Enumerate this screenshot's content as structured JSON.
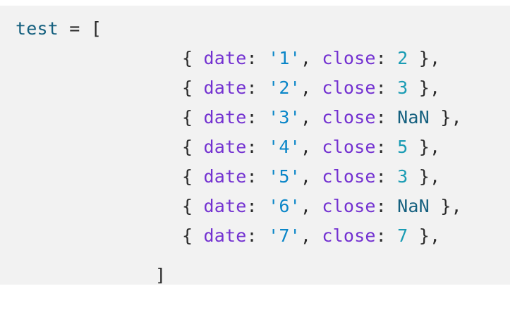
{
  "panel": {
    "background_color": "#f2f2f2",
    "page_background_color": "#ffffff"
  },
  "colors": {
    "identifier": "#15607f",
    "punctuation": "#2b2b2b",
    "key": "#7331d1",
    "string": "#0a86c8",
    "number": "#1a9cb4",
    "nan": "#15607f"
  },
  "code": {
    "declaration": {
      "variable": "test",
      "assign": "=",
      "open_bracket": "["
    },
    "close_bracket": "]",
    "key_date": "date",
    "key_close": "close",
    "colon": ":",
    "comma": ",",
    "open_brace": "{",
    "close_brace": "}",
    "entries": [
      {
        "date": "'1'",
        "close": "2",
        "close_type": "number"
      },
      {
        "date": "'2'",
        "close": "3",
        "close_type": "number"
      },
      {
        "date": "'3'",
        "close": "NaN",
        "close_type": "nan"
      },
      {
        "date": "'4'",
        "close": "5",
        "close_type": "number"
      },
      {
        "date": "'5'",
        "close": "3",
        "close_type": "number"
      },
      {
        "date": "'6'",
        "close": "NaN",
        "close_type": "nan"
      },
      {
        "date": "'7'",
        "close": "7",
        "close_type": "number"
      }
    ]
  }
}
